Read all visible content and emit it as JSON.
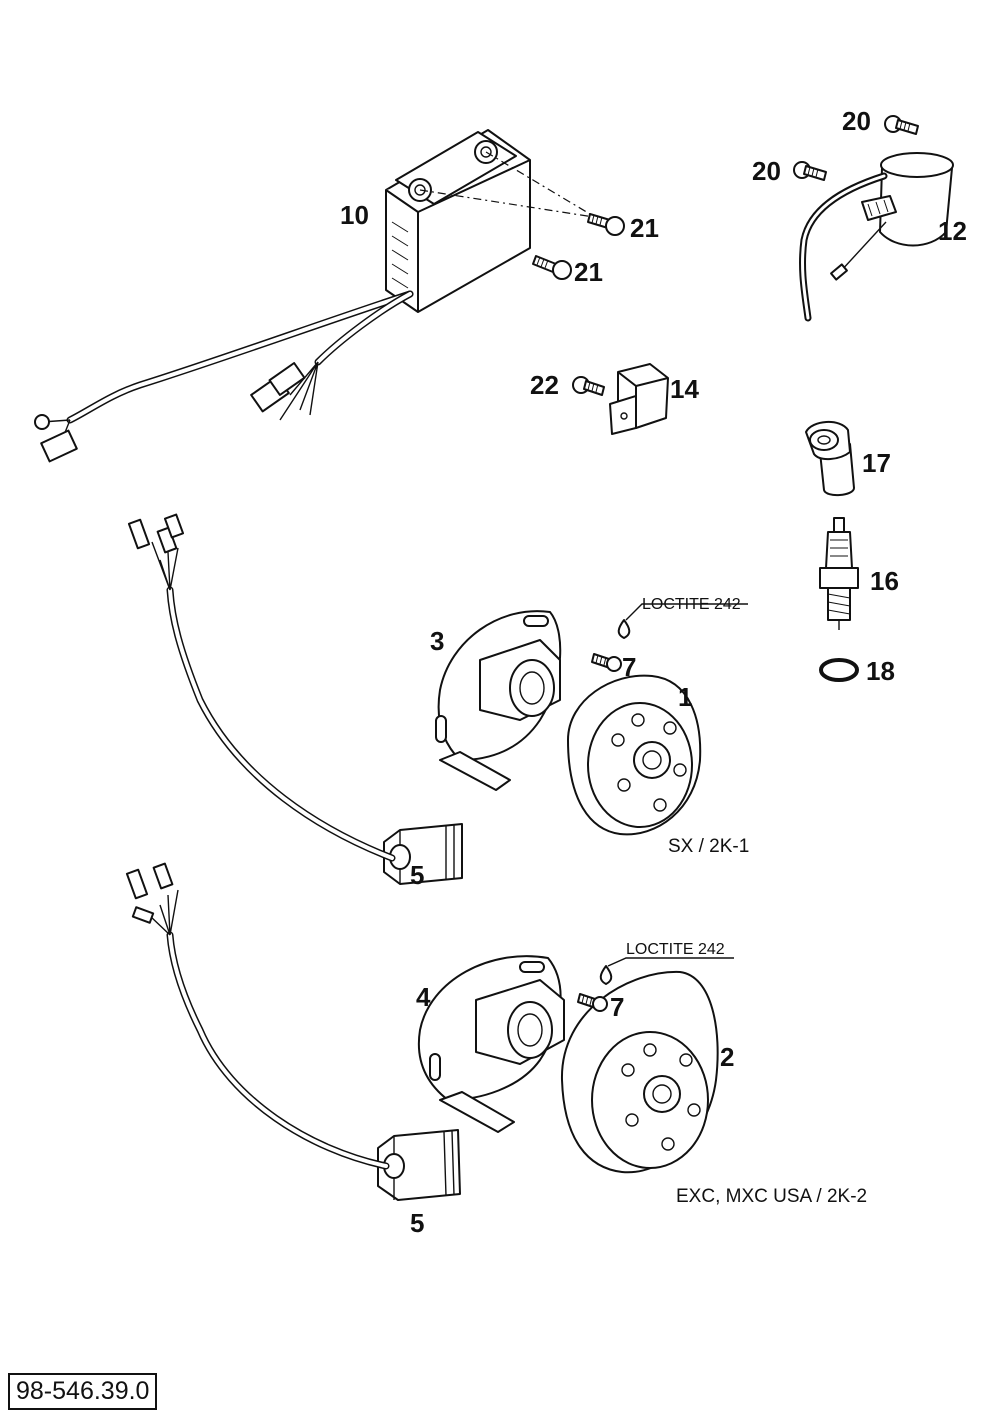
{
  "diagram": {
    "callouts": {
      "n10": "10",
      "n21a": "21",
      "n21b": "21",
      "n20a": "20",
      "n20b": "20",
      "n12": "12",
      "n22": "22",
      "n14": "14",
      "n17": "17",
      "n16": "16",
      "n18": "18",
      "n3": "3",
      "n7a": "7",
      "n1": "1",
      "n5a": "5",
      "n4": "4",
      "n7b": "7",
      "n2": "2",
      "n5b": "5"
    },
    "notes": {
      "loctite_top": "LOCTITE 242",
      "loctite_bottom": "LOCTITE 242"
    },
    "variants": {
      "top": "SX / 2K-1",
      "bottom": "EXC, MXC USA / 2K-2"
    },
    "document_number": "98-546.39.0"
  }
}
